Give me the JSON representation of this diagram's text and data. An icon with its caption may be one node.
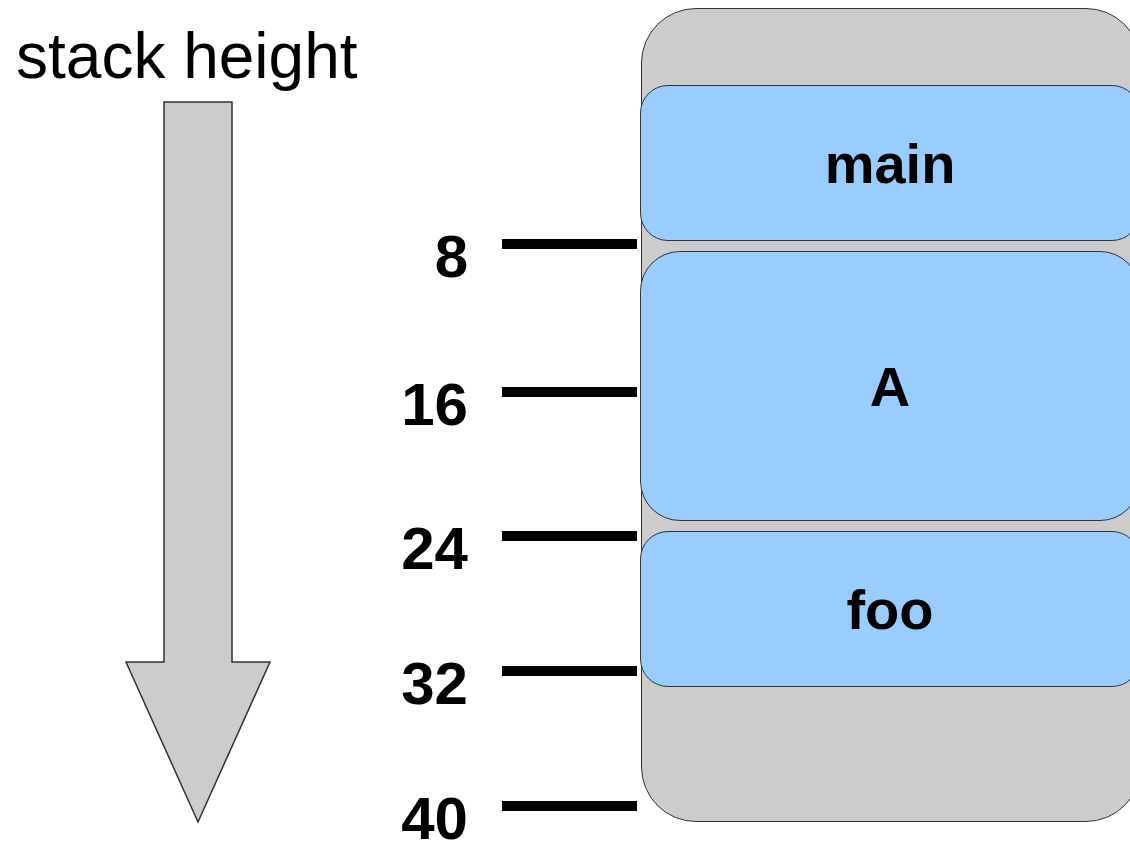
{
  "diagram": {
    "nodes": [
      {
        "text": [],
        "shape": "box"
      },
      {
        "text": [
          "main"
        ],
        "in": 0
      },
      {
        "text": [
          "A"
        ],
        "in": 0
      },
      {
        "text": [
          "foo"
        ],
        "in": 0
      }
    ],
    "labels": [
      "stack height",
      "8",
      "16",
      "24",
      "32",
      "40"
    ]
  }
}
